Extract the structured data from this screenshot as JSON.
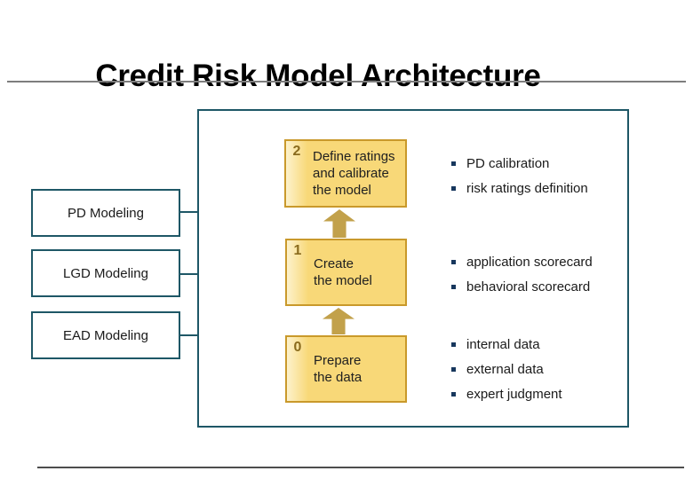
{
  "slide": {
    "title": "Credit Risk Model Architecture"
  },
  "modules": [
    {
      "label": "PD Modeling"
    },
    {
      "label": "LGD Modeling"
    },
    {
      "label": "EAD Modeling"
    }
  ],
  "steps": [
    {
      "number": "2",
      "label": "Define ratings and calibrate the model",
      "lines": [
        "Define ratings",
        "and calibrate",
        "the model"
      ]
    },
    {
      "number": "1",
      "label": "Create the model",
      "lines": [
        "Create",
        "the model"
      ]
    },
    {
      "number": "0",
      "label": "Prepare the data",
      "lines": [
        "Prepare",
        "the data"
      ]
    }
  ],
  "bullet_groups": [
    {
      "items": [
        "PD calibration",
        "risk ratings definition"
      ]
    },
    {
      "items": [
        "application scorecard",
        "behavioral scorecard"
      ]
    },
    {
      "items": [
        "internal data",
        "external data",
        "expert judgment"
      ]
    }
  ],
  "colors": {
    "title": "#000000",
    "text": "#1a1a1a",
    "title_rule": "#7e7e7e",
    "bottom_rule": "#4d4d4d",
    "frame_border": "#1e5766",
    "module_border": "#1e5766",
    "step_fill": "#f8d878",
    "step_strip_light": "#fdf2cc",
    "step_border": "#c9992b",
    "step_number": "#8a6b1e",
    "arrow": "#c2a14b",
    "bullet": "#17375d"
  }
}
